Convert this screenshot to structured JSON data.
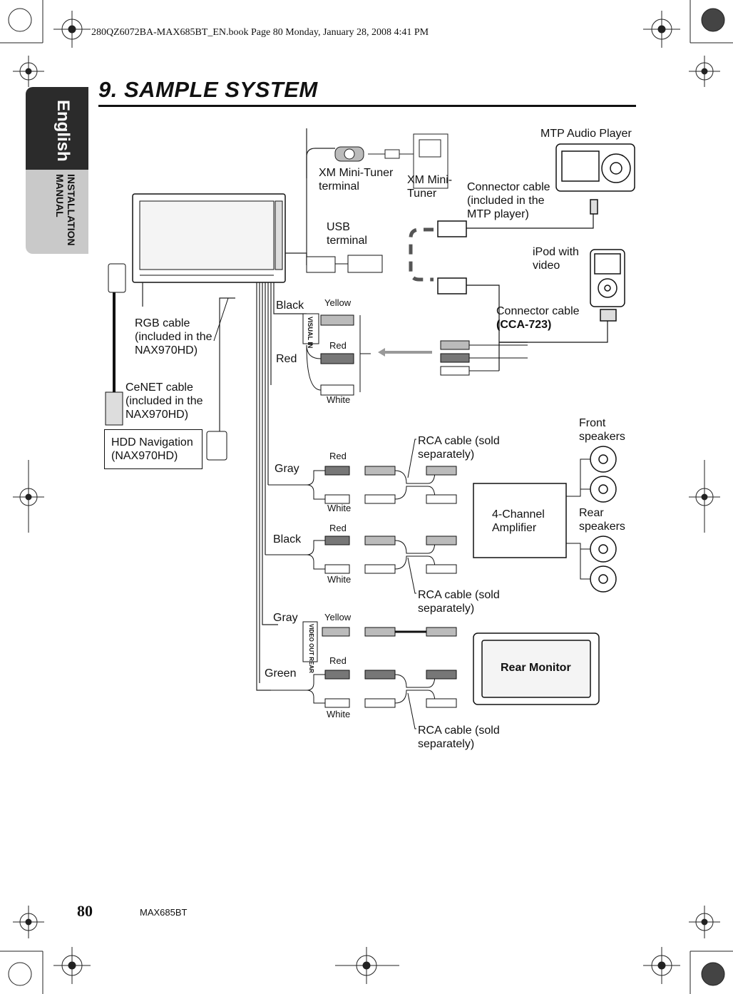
{
  "file_header": "280QZ6072BA-MAX685BT_EN.book  Page 80  Monday, January 28, 2008  4:41 PM",
  "side_tab": {
    "language": "English",
    "section": "INSTALLATION MANUAL"
  },
  "title": "9.   SAMPLE SYSTEM",
  "devices": {
    "xm_terminal": "XM Mini-Tuner\nterminal",
    "xm_tuner": "XM Mini-\nTuner",
    "mtp_player": "MTP Audio Player",
    "mtp_cable": "Connector cable\n(included in the\nMTP player)",
    "usb_terminal": "USB\nterminal",
    "ipod": "iPod with\nvideo",
    "ipod_cable_1": "Connector cable",
    "ipod_cable_2": "(CCA-723)",
    "rgb_cable": "RGB cable\n(included in the\nNAX970HD)",
    "cenet_cable": "CeNET cable\n(included in the\nNAX970HD)",
    "hdd_nav": "HDD Navigation\n(NAX970HD)",
    "front_speakers": "Front\nspeakers",
    "rear_speakers": "Rear\nspeakers",
    "amplifier": "4-Channel\nAmplifier",
    "rear_monitor": "Rear Monitor",
    "rca_cable_1": "RCA cable (sold\nseparately)",
    "rca_cable_2": "RCA cable (sold\nseparately)",
    "rca_cable_3": "RCA cable (sold\nseparately)",
    "visual_in": "VISUAL\nIN",
    "video_out": "VIDEO OUT\nREAR"
  },
  "wire_labels": {
    "black1": "Black",
    "red1": "Red",
    "gray1": "Gray",
    "black2": "Black",
    "gray2": "Gray",
    "green": "Green"
  },
  "plug_labels": {
    "yellow1": "Yellow",
    "red_a": "Red",
    "white_a": "White",
    "red_b": "Red",
    "white_b": "White",
    "red_c": "Red",
    "white_c": "White",
    "yellow2": "Yellow",
    "red_d": "Red",
    "white_d": "White"
  },
  "footer": {
    "page": "80",
    "model": "MAX685BT"
  }
}
